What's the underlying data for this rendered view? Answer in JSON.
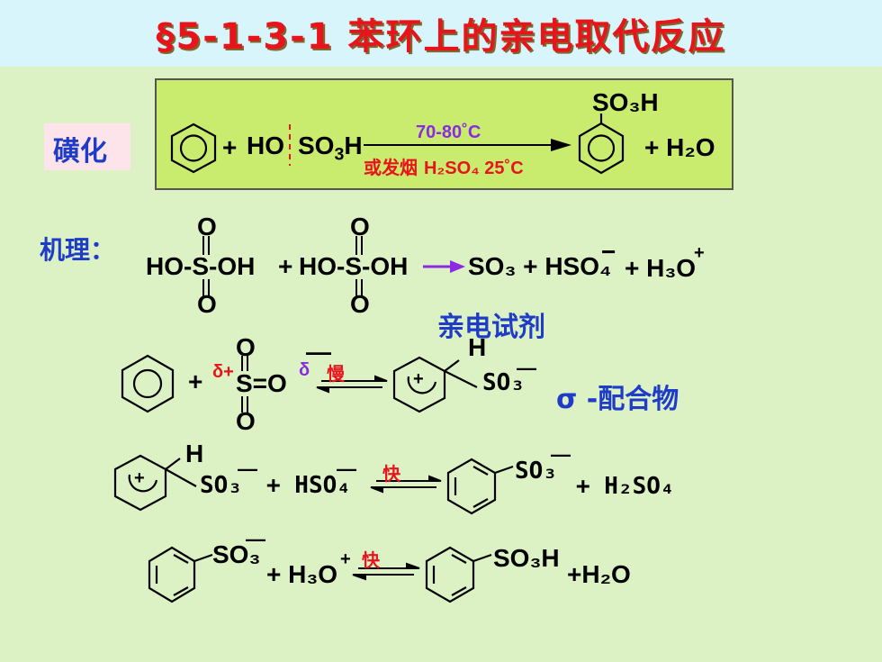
{
  "title": "§5-1-3-1   苯环上的亲电取代反应",
  "box": {
    "label": "磺化",
    "plus1": "+",
    "reagent_ho": "HO",
    "reagent_so3h": "SO",
    "sub3": "3",
    "h": "H",
    "cond_top": "70-80˚C",
    "cond_bottom_cn": "或发烟 ",
    "cond_bottom_chem": "H₂SO₄",
    "cond_bottom_temp": "25˚C",
    "product_group": "SO₃H",
    "plus2": "+ H₂O"
  },
  "mechanism": {
    "label": "机理：",
    "step1": {
      "o": "O",
      "ho_s_oh": "HO-S-OH",
      "plus": "+",
      "so3": "SO₃ + HSO₄",
      "minus": "−",
      "h3o": "+ H₃O",
      "plus_charge": "+"
    },
    "electrophile": "亲电试剂",
    "step2": {
      "plus": "+",
      "delta_plus": "δ+",
      "s_eq_o": "S=O",
      "delta_minus": "δ",
      "slow": "慢",
      "h": "H",
      "so3minus": "SO₃",
      "sigma": "σ -配合物",
      "o": "O",
      "bar": "—",
      "ring_plus": "+"
    },
    "step3": {
      "h": "H",
      "so3": "SO₃",
      "plus_hso4": "+ HSO₄",
      "fast": "快",
      "product_so3": "SO₃",
      "h2so4": "+ H₂SO₄",
      "ring_plus": "+"
    },
    "step4": {
      "so3": "SO₃",
      "plus_h3o": "+ H₃O",
      "plus_charge": "+",
      "fast": "快",
      "so3h": "SO₃H",
      "h2o": "+H₂O"
    }
  },
  "colors": {
    "title": "#e8141c",
    "label_blue": "#1e3cc8",
    "condition_purple": "#8a2be2",
    "condition_red": "#e8141c",
    "box_fill": "#c9ec6e"
  }
}
